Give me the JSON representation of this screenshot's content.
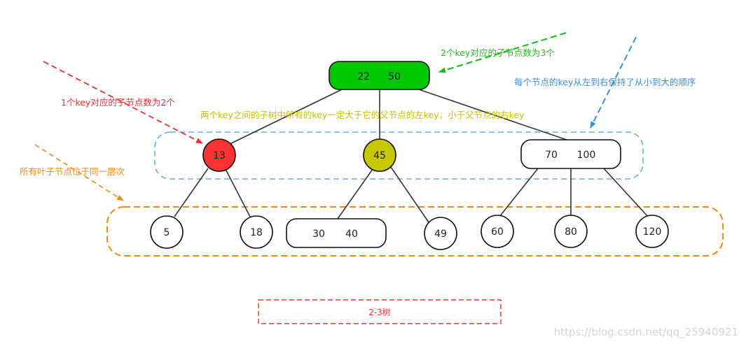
{
  "root": {
    "key1": "22",
    "key2": "50",
    "color": "#00c800"
  },
  "level1": {
    "left": {
      "key": "13",
      "color": "#ff3333"
    },
    "middle": {
      "key": "45",
      "color": "#c8c800"
    },
    "right": {
      "key1": "70",
      "key2": "100"
    }
  },
  "leaves": {
    "n5": "5",
    "n18": "18",
    "n30_40": {
      "key1": "30",
      "key2": "40"
    },
    "n49": "49",
    "n60": "60",
    "n80": "80",
    "n120": "120"
  },
  "annotations": {
    "green": {
      "text": "2个key对应的子节点数为3个",
      "color": "#22bb22"
    },
    "red": {
      "text": "1个key对应的子节点数为2个",
      "color": "#e83030"
    },
    "yellow": {
      "text": "两个key之间的子树中所有的key一定大于它的父节点的左key，小于父节点的右key",
      "color": "#c8c000"
    },
    "blue": {
      "text": "每个节点的key从左到右保持了从小到大的顺序",
      "color": "#3a8fd8"
    },
    "orange": {
      "text": "所有叶子节点位于同一层次",
      "color": "#ee8a1a"
    }
  },
  "caption": "2-3树",
  "watermark": "https://blog.csdn.net/qq_25940921"
}
